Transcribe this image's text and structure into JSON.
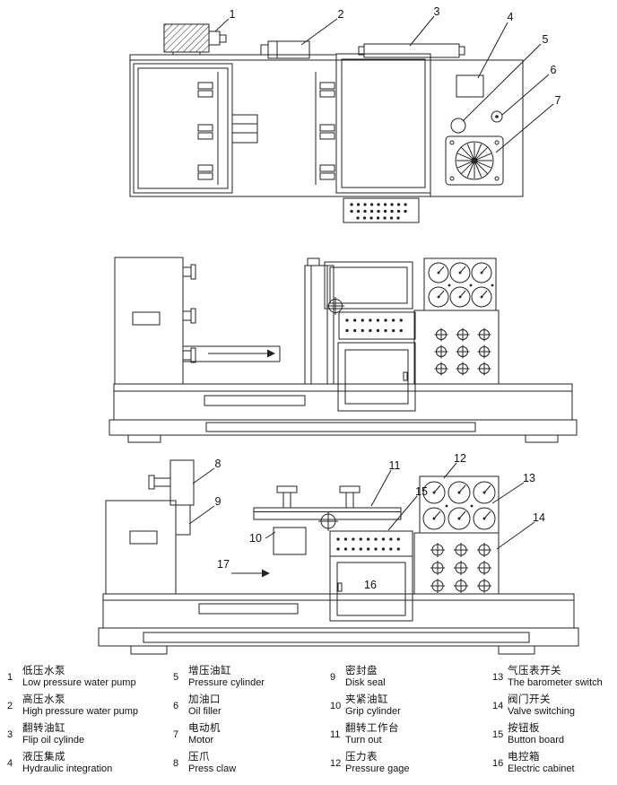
{
  "callouts": {
    "c1": "1",
    "c2": "2",
    "c3": "3",
    "c4": "4",
    "c5": "5",
    "c6": "6",
    "c7": "7",
    "c8": "8",
    "c9": "9",
    "c10": "10",
    "c11": "11",
    "c12": "12",
    "c13": "13",
    "c14": "14",
    "c15": "15",
    "c16": "16",
    "c17": "17"
  },
  "legend": {
    "items": [
      {
        "num": "1",
        "zh": "低压水泵",
        "en": "Low pressure water pump"
      },
      {
        "num": "2",
        "zh": "高压水泵",
        "en": "High pressure water pump"
      },
      {
        "num": "3",
        "zh": "翻转油缸",
        "en": "Flip oil cylinde"
      },
      {
        "num": "4",
        "zh": "液压集成",
        "en": "Hydraulic integration"
      },
      {
        "num": "5",
        "zh": "增压油缸",
        "en": "Pressure cylinder"
      },
      {
        "num": "6",
        "zh": "加油口",
        "en": "Oil filler"
      },
      {
        "num": "7",
        "zh": "电动机",
        "en": "Motor"
      },
      {
        "num": "8",
        "zh": "压爪",
        "en": "Press claw"
      },
      {
        "num": "9",
        "zh": "密封盘",
        "en": "Disk seal"
      },
      {
        "num": "10",
        "zh": "夹紧油缸",
        "en": "Grip cylinder"
      },
      {
        "num": "11",
        "zh": "翻转工作台",
        "en": "Turn out"
      },
      {
        "num": "12",
        "zh": "压力表",
        "en": "Pressure gage"
      },
      {
        "num": "13",
        "zh": "气压表开关",
        "en": "The barometer switch"
      },
      {
        "num": "14",
        "zh": "阀门开关",
        "en": "Valve switching"
      },
      {
        "num": "15",
        "zh": "按钮板",
        "en": "Button board"
      },
      {
        "num": "16",
        "zh": "电控箱",
        "en": "Electric cabinet"
      }
    ]
  }
}
